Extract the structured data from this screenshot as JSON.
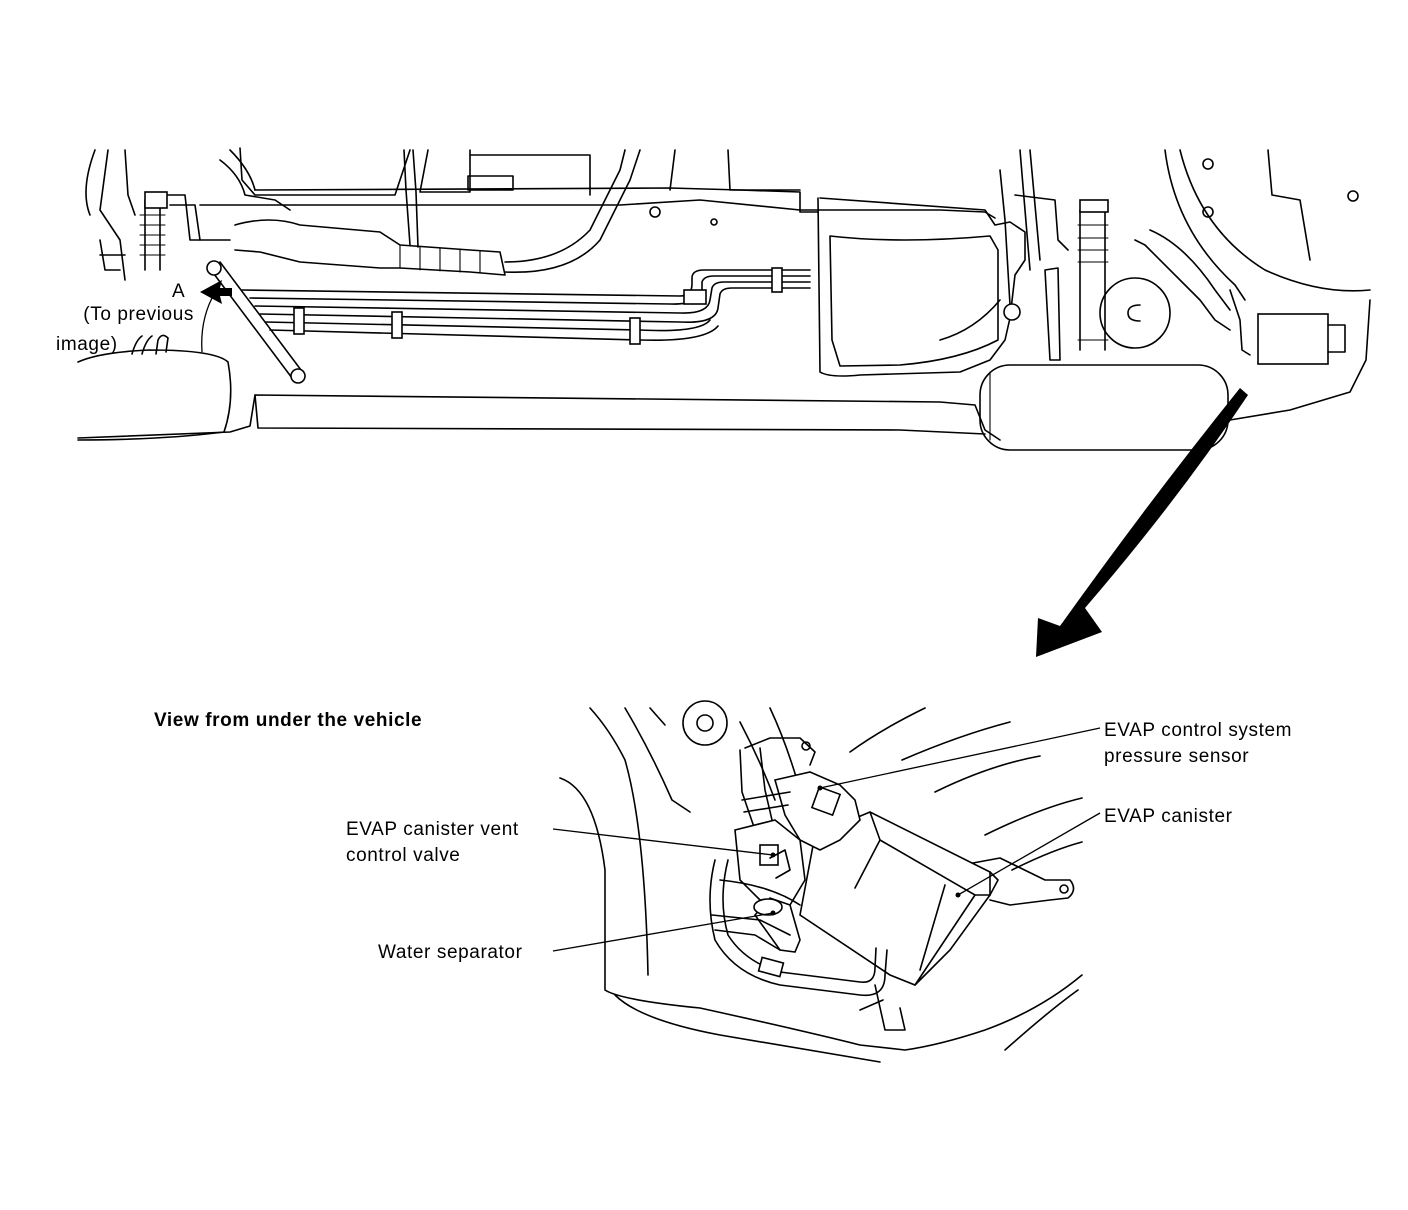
{
  "top_view": {
    "point_label": "A",
    "note_line1": "(To previous",
    "note_line2": "image)"
  },
  "detail_view": {
    "caption": "View from under the vehicle",
    "callouts": {
      "pressure_sensor": {
        "line1": "EVAP control system",
        "line2": "pressure sensor"
      },
      "canister": {
        "line1": "EVAP canister"
      },
      "vent_valve": {
        "line1": "EVAP canister vent",
        "line2": "control valve"
      },
      "water_separator": {
        "line1": "Water separator"
      }
    }
  }
}
